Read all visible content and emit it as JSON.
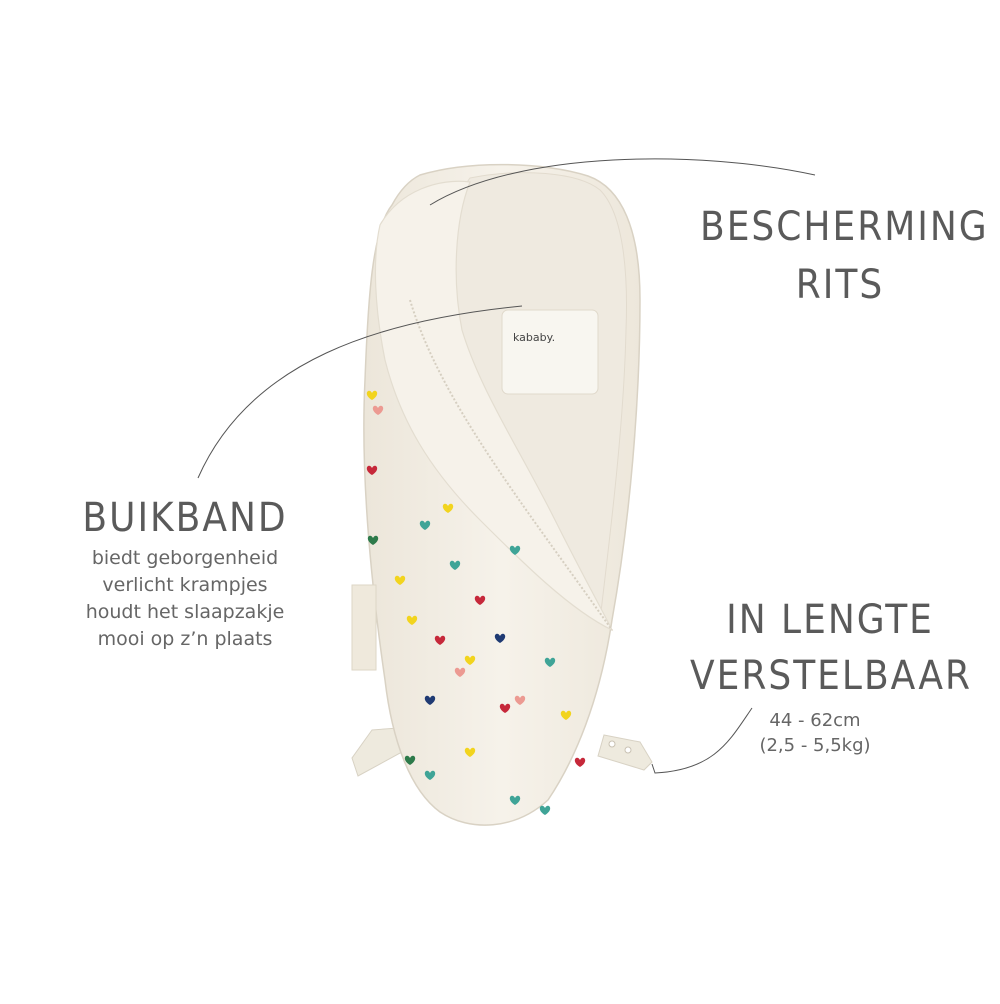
{
  "labels": {
    "protection": {
      "line1": "BESCHERMING",
      "line2": "RITS"
    },
    "belly_band": {
      "title": "BUIKBAND",
      "lines": [
        "biedt geborgenheid",
        "verlicht krampjes",
        "houdt het slaapzakje",
        "mooi op z’n plaats"
      ]
    },
    "length": {
      "line1": "IN LENGTE",
      "line2": "VERSTELBAAR",
      "range_cm": "44 - 62cm",
      "range_kg": "(2,5 - 5,5kg)"
    }
  },
  "colors": {
    "fabric": "#f5f0e6",
    "fabric_shadow": "#e6dfd2",
    "text": "#5a5a5a",
    "line": "#555555",
    "hearts": [
      "#c6283a",
      "#3fa497",
      "#f2d41e",
      "#1f3a73",
      "#ec9a92",
      "#2d7a4a"
    ]
  }
}
